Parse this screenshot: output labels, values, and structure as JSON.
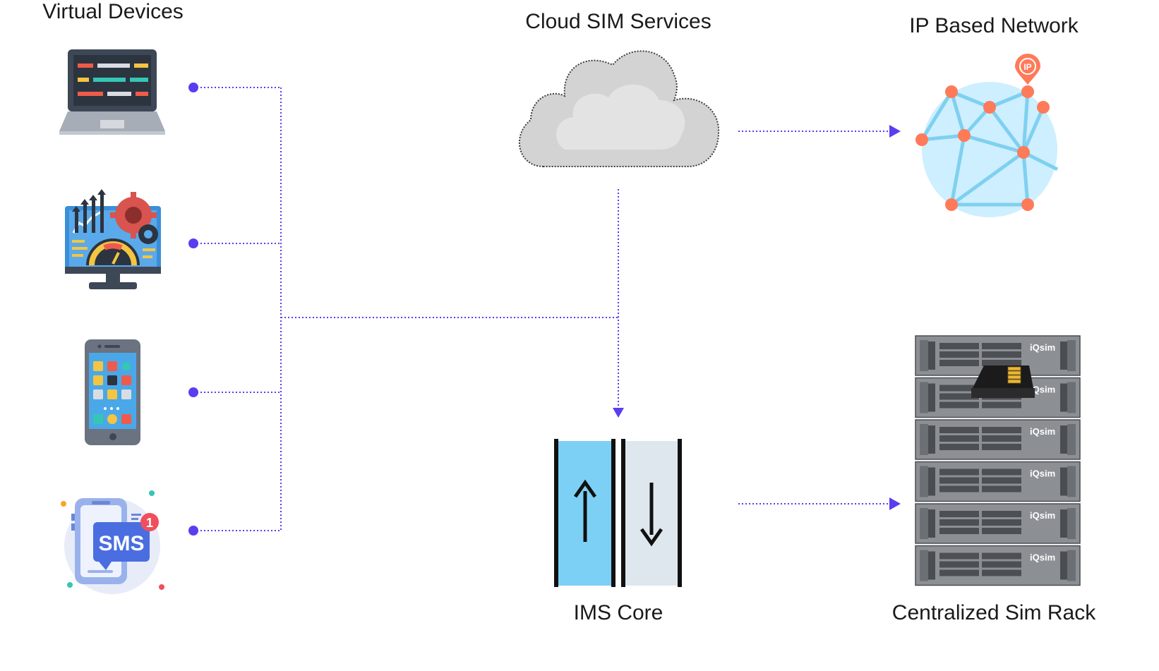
{
  "labels": {
    "virtual_devices": "Virtual Devices",
    "cloud_sim": "Cloud SIM Services",
    "ip_network": "IP Based Network",
    "ims_core": "IMS Core",
    "sim_rack": "Centralized Sim Rack"
  },
  "icons": {
    "sms_text": "SMS",
    "badge_count": "1",
    "ip_pin_text": "IP",
    "rack_brand": "iQsim"
  },
  "colors": {
    "connector": "#5b3df0",
    "globe_node": "#ff7a59",
    "globe_fill": "#cdefff",
    "ims_left": "#7dd0f5",
    "ims_right": "#dfe7ee"
  }
}
